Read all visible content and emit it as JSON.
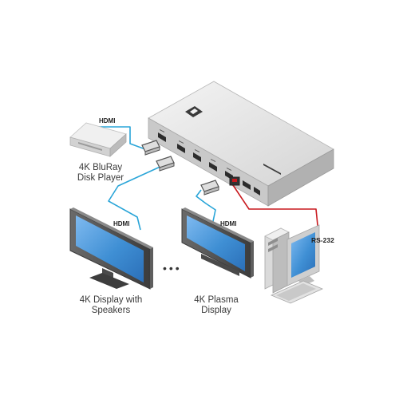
{
  "labels": {
    "hdmi_source": "HDMI",
    "source_line1": "4K BluRay",
    "source_line2": "Disk Player",
    "hdmi_display1": "HDMI",
    "display1_line1": "4K Display with",
    "display1_line2": "Speakers",
    "hdmi_display2": "HDMI",
    "display2_line1": "4K Plasma",
    "display2_line2": "Display",
    "rs232": "RS-232",
    "ellipsis": "•••"
  },
  "colors": {
    "hdmi_cable": "#2aa5d8",
    "rs232_cable": "#c8191e",
    "monitor_screen": "#4f99d6",
    "device_body": "#e4e4e4"
  }
}
